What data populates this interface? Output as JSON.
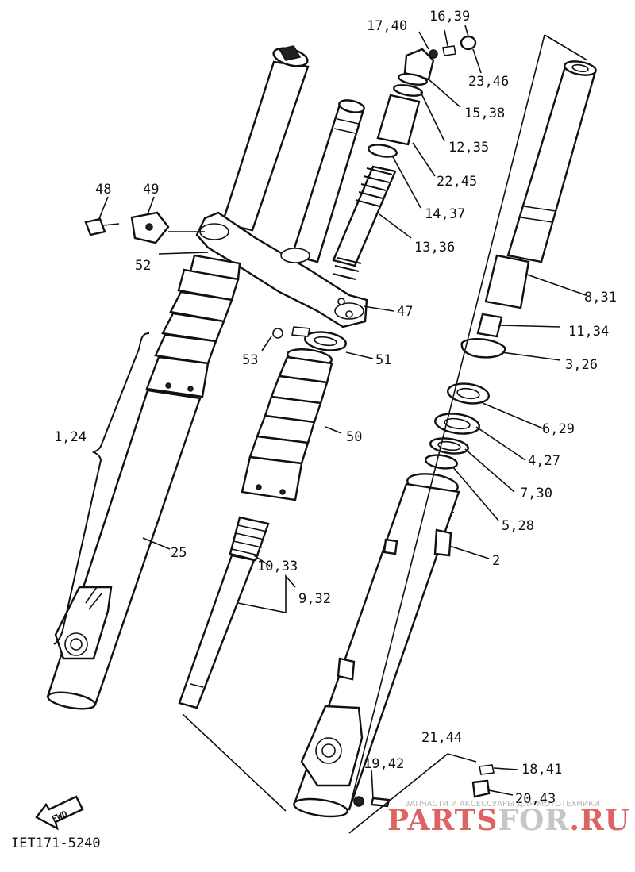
{
  "callouts": [
    {
      "id": "c1",
      "text": "17,40"
    },
    {
      "id": "c2",
      "text": "16,39"
    },
    {
      "id": "c3",
      "text": "23,46"
    },
    {
      "id": "c4",
      "text": "15,38"
    },
    {
      "id": "c5",
      "text": "12,35"
    },
    {
      "id": "c6",
      "text": "22,45"
    },
    {
      "id": "c7",
      "text": "14,37"
    },
    {
      "id": "c8",
      "text": "13,36"
    },
    {
      "id": "c9",
      "text": "48"
    },
    {
      "id": "c10",
      "text": "49"
    },
    {
      "id": "c11",
      "text": "52"
    },
    {
      "id": "c12",
      "text": "47"
    },
    {
      "id": "c13",
      "text": "8,31"
    },
    {
      "id": "c14",
      "text": "11,34"
    },
    {
      "id": "c15",
      "text": "3,26"
    },
    {
      "id": "c16",
      "text": "53"
    },
    {
      "id": "c17",
      "text": "51"
    },
    {
      "id": "c18",
      "text": "6,29"
    },
    {
      "id": "c19",
      "text": "1,24"
    },
    {
      "id": "c20",
      "text": "50"
    },
    {
      "id": "c21",
      "text": "4,27"
    },
    {
      "id": "c22",
      "text": "7,30"
    },
    {
      "id": "c23",
      "text": "5,28"
    },
    {
      "id": "c24",
      "text": "25"
    },
    {
      "id": "c25",
      "text": "2"
    },
    {
      "id": "c26",
      "text": "10,33"
    },
    {
      "id": "c27",
      "text": "9,32"
    },
    {
      "id": "c28",
      "text": "21,44"
    },
    {
      "id": "c29",
      "text": "19,42"
    },
    {
      "id": "c30",
      "text": "18,41"
    },
    {
      "id": "c31",
      "text": "20,43"
    }
  ],
  "fwd_label": "FWD",
  "diagram_code": "IET171-5240",
  "watermark": {
    "top": "ЗАПЧАСТИ И АКСЕССУАРЫ ДЛЯ МОТОТЕХНИКИ",
    "brand_a": "PARTS",
    "brand_b": "FOR",
    "brand_c": ".RU",
    "color_red": "#d94a4a",
    "color_gray": "#bdbdbd"
  }
}
